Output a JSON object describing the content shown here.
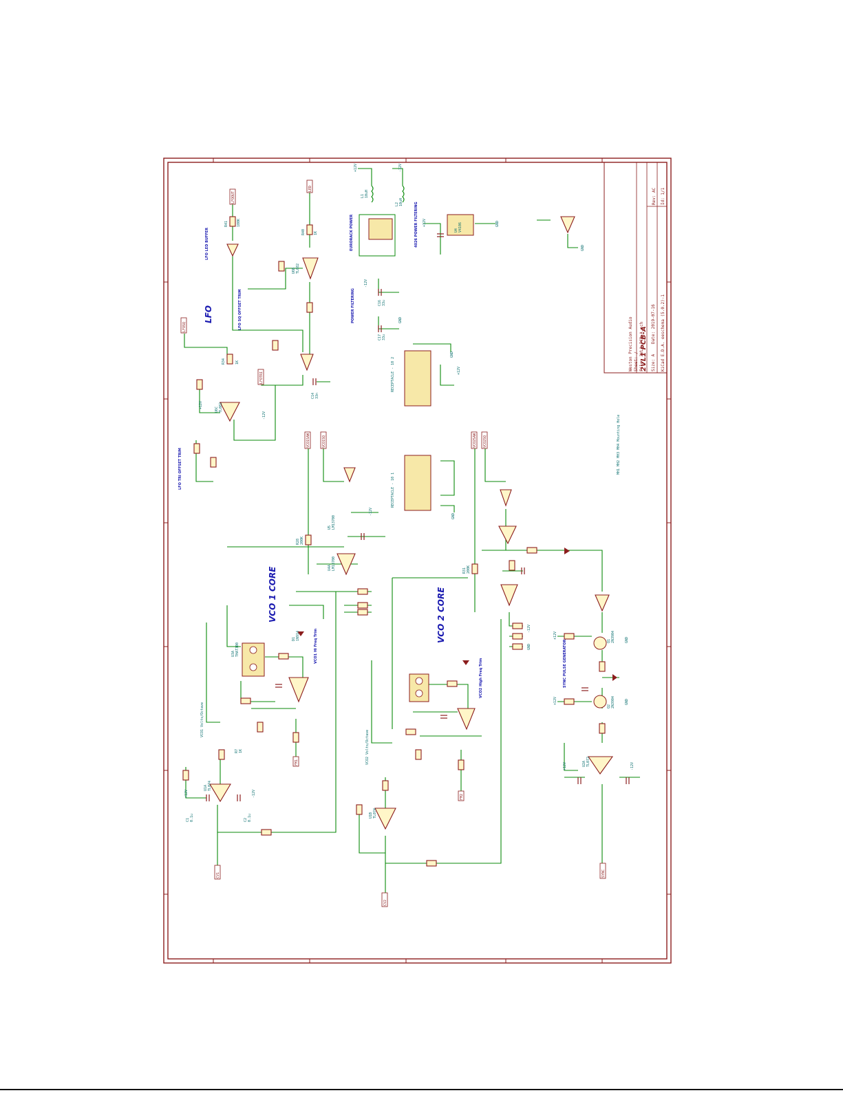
{
  "title_block": {
    "company": "Weston Precision Audio",
    "sheet": "Sheet: /",
    "file": "File: 2VL1 PCB-A.sch",
    "title_prefix": "Title:",
    "title": "2VL1 PCB-A",
    "size": "Size: A",
    "date": "Date: 2019-07-16",
    "kicad": "KiCad E.D.A.  eeschema (5.0.2)-1",
    "rev": "Rev: AC",
    "id": "Id: 1/1"
  },
  "sections": {
    "lfo": "LFO",
    "vco1": "VCO 1 CORE",
    "vco2": "VCO 2 CORE",
    "lfo_led_buffer": "LFO LED BUFFER",
    "eurorack_power": "EURORACK POWER",
    "power_filtering": "POWER FILTERING",
    "v4026_power_filtering": "4026 POWER FILTERING",
    "sync_pulse": "SYNC PULSE GENERATOR",
    "receptacle_top": "RECEPTACLE - 10 2",
    "receptacle_bottom": "RECEPTACLE - 10 1",
    "lfo_tri_offset": "LFO TRI OFFSET TRIM",
    "lfo_sq_offset": "LFO SQ OFFSET TRIM",
    "vco1_hf_trim": "VCO1 Hi Freq Trim",
    "vco2_hf_trim": "VCO2 High Freq Trim",
    "vco1_vo": "VCO1 Volts/Octave",
    "vco2_vo": "VCO2 Volts/Octave"
  },
  "rails": {
    "pos": "+12V",
    "neg": "-12V",
    "gnd": "GND"
  },
  "components": [
    {
      "ref": "U1A",
      "value": "TL074"
    },
    {
      "ref": "U1B",
      "value": "TL074"
    },
    {
      "ref": "U2A",
      "value": "TL072"
    },
    {
      "ref": "U3A",
      "value": "THAT300"
    },
    {
      "ref": "U4A",
      "value": "LM13700"
    },
    {
      "ref": "U5",
      "value": "LM13700"
    },
    {
      "ref": "U6B",
      "value": "TL082"
    },
    {
      "ref": "U6C",
      "value": "TL082"
    },
    {
      "ref": "R7",
      "value": "1K"
    },
    {
      "ref": "R28",
      "value": "200K"
    },
    {
      "ref": "R31",
      "value": "200K"
    },
    {
      "ref": "R34",
      "value": "1K"
    },
    {
      "ref": "R40",
      "value": "1K"
    },
    {
      "ref": "R41",
      "value": "100K"
    },
    {
      "ref": "C1",
      "value": "0.1u"
    },
    {
      "ref": "C2",
      "value": "0.1u"
    },
    {
      "ref": "C14",
      "value": "33n"
    },
    {
      "ref": "C16",
      "value": "33u"
    },
    {
      "ref": "C17",
      "value": "33u"
    },
    {
      "ref": "L1",
      "value": "10uH"
    },
    {
      "ref": "L2",
      "value": "10uH"
    },
    {
      "ref": "D1",
      "value": "1N914"
    },
    {
      "ref": "Q1",
      "value": "2N3904"
    },
    {
      "ref": "Q2",
      "value": "2N3904"
    },
    {
      "ref": "U4",
      "value": "V4106"
    }
  ],
  "nets": {
    "lfo_out": "LFOOUT",
    "led_out": "LED",
    "lfo_sq": "LFOSQ",
    "lfo_tri": "LFOTRI",
    "vco1_saw": "VCO1SAW",
    "vco1_sq": "VCO1SQ",
    "vco2_saw": "VCO2SAW",
    "vco2_sq": "VCO2SQ",
    "vco1_cv": "CV1",
    "vco2_cv": "CV2",
    "sync": "SYNC",
    "vco1_in": "FM1",
    "vco2_in": "FM2",
    "mh": "MH1 MH2 MH3 MH4 Mounting Hole"
  },
  "colors": {
    "frame": "#8b1d1d",
    "wire": "#0a8a0a",
    "label": "#0a6f6f",
    "heading": "#1a1ab0",
    "part_fill": "#fff6c8"
  }
}
